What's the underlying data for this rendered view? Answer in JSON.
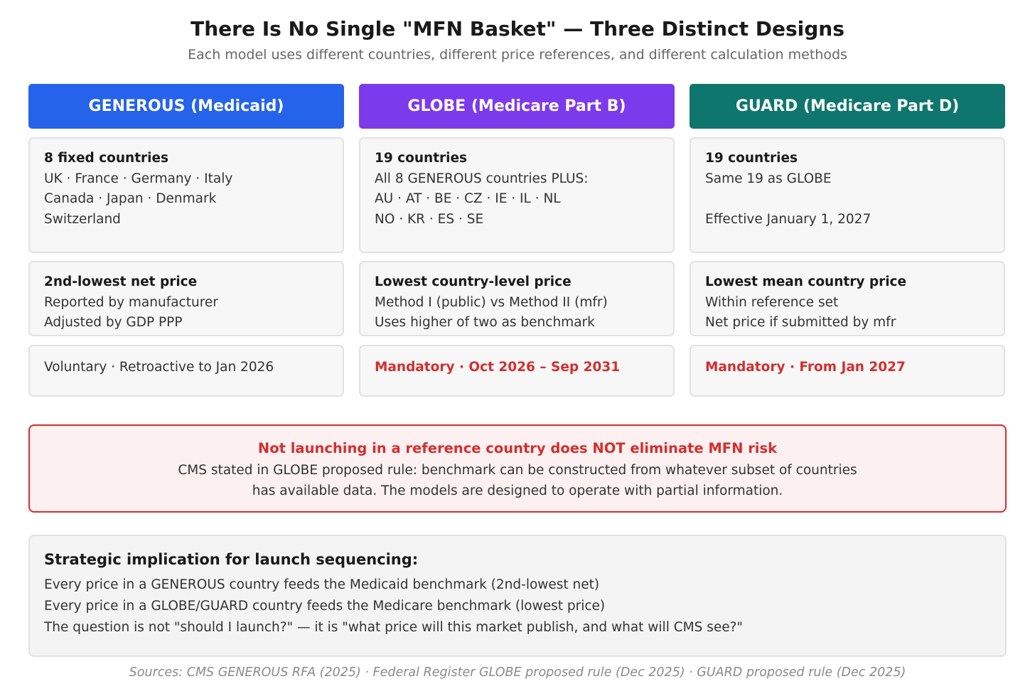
{
  "title": "There Is No Single \"MFN Basket\" — Three Distinct Designs",
  "subtitle": "Each model uses different countries, different price references, and different calculation methods",
  "colors": {
    "generous": "#2563eb",
    "globe": "#7c3aed",
    "guard": "#0f766e",
    "alert": "#d32f2f"
  },
  "columns": [
    {
      "header": "GENEROUS (Medicaid)",
      "countries": {
        "heading": "8 fixed countries",
        "lines": [
          "UK · France · Germany · Italy",
          "Canada · Japan · Denmark",
          "Switzerland"
        ]
      },
      "pricing": {
        "heading": "2nd-lowest net price",
        "lines": [
          "Reported by manufacturer",
          "Adjusted by GDP PPP"
        ]
      },
      "status": "Voluntary · Retroactive to Jan 2026"
    },
    {
      "header": "GLOBE (Medicare Part B)",
      "countries": {
        "heading": "19 countries",
        "lines": [
          "All 8 GENEROUS countries PLUS:",
          "AU · AT · BE · CZ · IE · IL · NL",
          "NO · KR · ES · SE"
        ]
      },
      "pricing": {
        "heading": "Lowest country-level price",
        "lines": [
          "Method I (public) vs Method II (mfr)",
          "Uses higher of two as benchmark"
        ]
      },
      "status": "Mandatory · Oct 2026 – Sep 2031"
    },
    {
      "header": "GUARD (Medicare Part D)",
      "countries": {
        "heading": "19 countries",
        "lines": [
          "Same 19 as GLOBE",
          "",
          "Effective January 1, 2027"
        ]
      },
      "pricing": {
        "heading": "Lowest mean country price",
        "lines": [
          "Within reference set",
          "Net price if submitted by mfr"
        ]
      },
      "status": "Mandatory · From Jan 2027"
    }
  ],
  "warning": {
    "title": "Not launching in a reference country does NOT eliminate MFN risk",
    "lines": [
      "CMS stated in GLOBE proposed rule: benchmark can be constructed from whatever subset of countries",
      "has available data. The models are designed to operate with partial information."
    ]
  },
  "strategy": {
    "title": "Strategic implication for launch sequencing:",
    "lines": [
      "Every price in a GENEROUS country feeds the Medicaid benchmark (2nd-lowest net)",
      "Every price in a GLOBE/GUARD country feeds the Medicare benchmark (lowest price)",
      "The question is not \"should I launch?\" — it is \"what price will this market publish, and what will CMS see?\""
    ]
  },
  "sources": "Sources: CMS GENEROUS RFA (2025) · Federal Register GLOBE proposed rule (Dec 2025) · GUARD proposed rule (Dec 2025)"
}
